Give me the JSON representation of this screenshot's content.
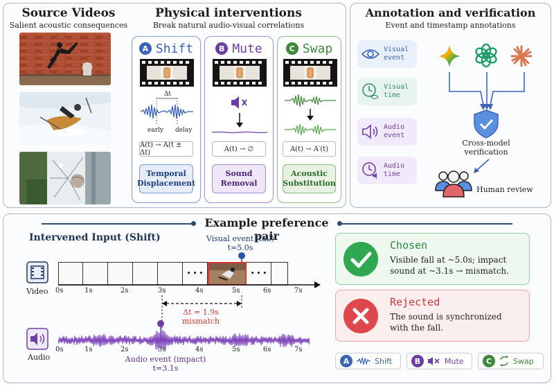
{
  "source": {
    "title": "Source Videos",
    "subtitle": "Salient acoustic consequences"
  },
  "interventions": {
    "title": "Physical interventions",
    "subtitle": "Break natural audio-visual correlations",
    "shift": {
      "badge": "A",
      "name": "Shift",
      "dt": "Δt",
      "early": "early",
      "delay": "delay",
      "formula": "A(t) → A(t ± Δt)",
      "label_line1": "Temporal",
      "label_line2": "Displacement",
      "color": "#3a63b8"
    },
    "mute": {
      "badge": "B",
      "name": "Mute",
      "formula": "A(t) → ∅",
      "label_line1": "Sound",
      "label_line2": "Removal",
      "color": "#6d3fa3"
    },
    "swap": {
      "badge": "C",
      "name": "Swap",
      "formula": "A(t) → A′(t)",
      "label_line1": "Acoustic",
      "label_line2": "Substitution",
      "color": "#3e8a3a"
    }
  },
  "annotation": {
    "title": "Annotation and verification",
    "subtitle": "Event and timestamp annotations",
    "chips": [
      {
        "line1": "Visual",
        "line2": "event",
        "icon": "eye-icon"
      },
      {
        "line1": "Visual",
        "line2": "time",
        "icon": "clock-eye-icon"
      },
      {
        "line1": "Audio",
        "line2": "event",
        "icon": "speaker-icon"
      },
      {
        "line1": "Audio",
        "line2": "time",
        "icon": "clock-speaker-icon"
      }
    ],
    "verification_line1": "Cross-model",
    "verification_line2": "verification",
    "human_review": "Human review"
  },
  "example": {
    "title": "Example preference pair",
    "input_title": "Intervened Input (Shift)",
    "visual_event_line1": "Visual event (fall)",
    "visual_event_line2": "t=5.0s",
    "video_label": "Video",
    "audio_label": "Audio",
    "ellipsis": "• • •",
    "ticks": [
      "0s",
      "1s",
      "2s",
      "3s",
      "4s",
      "5s",
      "6s",
      "7s"
    ],
    "dt_line1": "Δt = 1.9s",
    "dt_line2": "mismatch",
    "audio_event_line1": "Audio event (impact)",
    "audio_event_line2": "t=3.1s",
    "chosen": {
      "title": "Chosen",
      "text": "Visible fall at ~5.0s; impact sound at ~3.1s → mismatch."
    },
    "rejected": {
      "title": "Rejected",
      "text": "The sound is synchronized with the fall."
    },
    "legend": [
      {
        "badge": "A",
        "label": "Shift"
      },
      {
        "badge": "B",
        "label": "Mute"
      },
      {
        "badge": "C",
        "label": "Swap"
      }
    ]
  },
  "colors": {
    "accent_blue": "#3a63b8",
    "accent_purple": "#6d3fa3",
    "accent_green": "#3e8a3a",
    "chosen_green": "#2fa84f",
    "rejected_red": "#e0474c",
    "mismatch_red": "#d7352f"
  }
}
